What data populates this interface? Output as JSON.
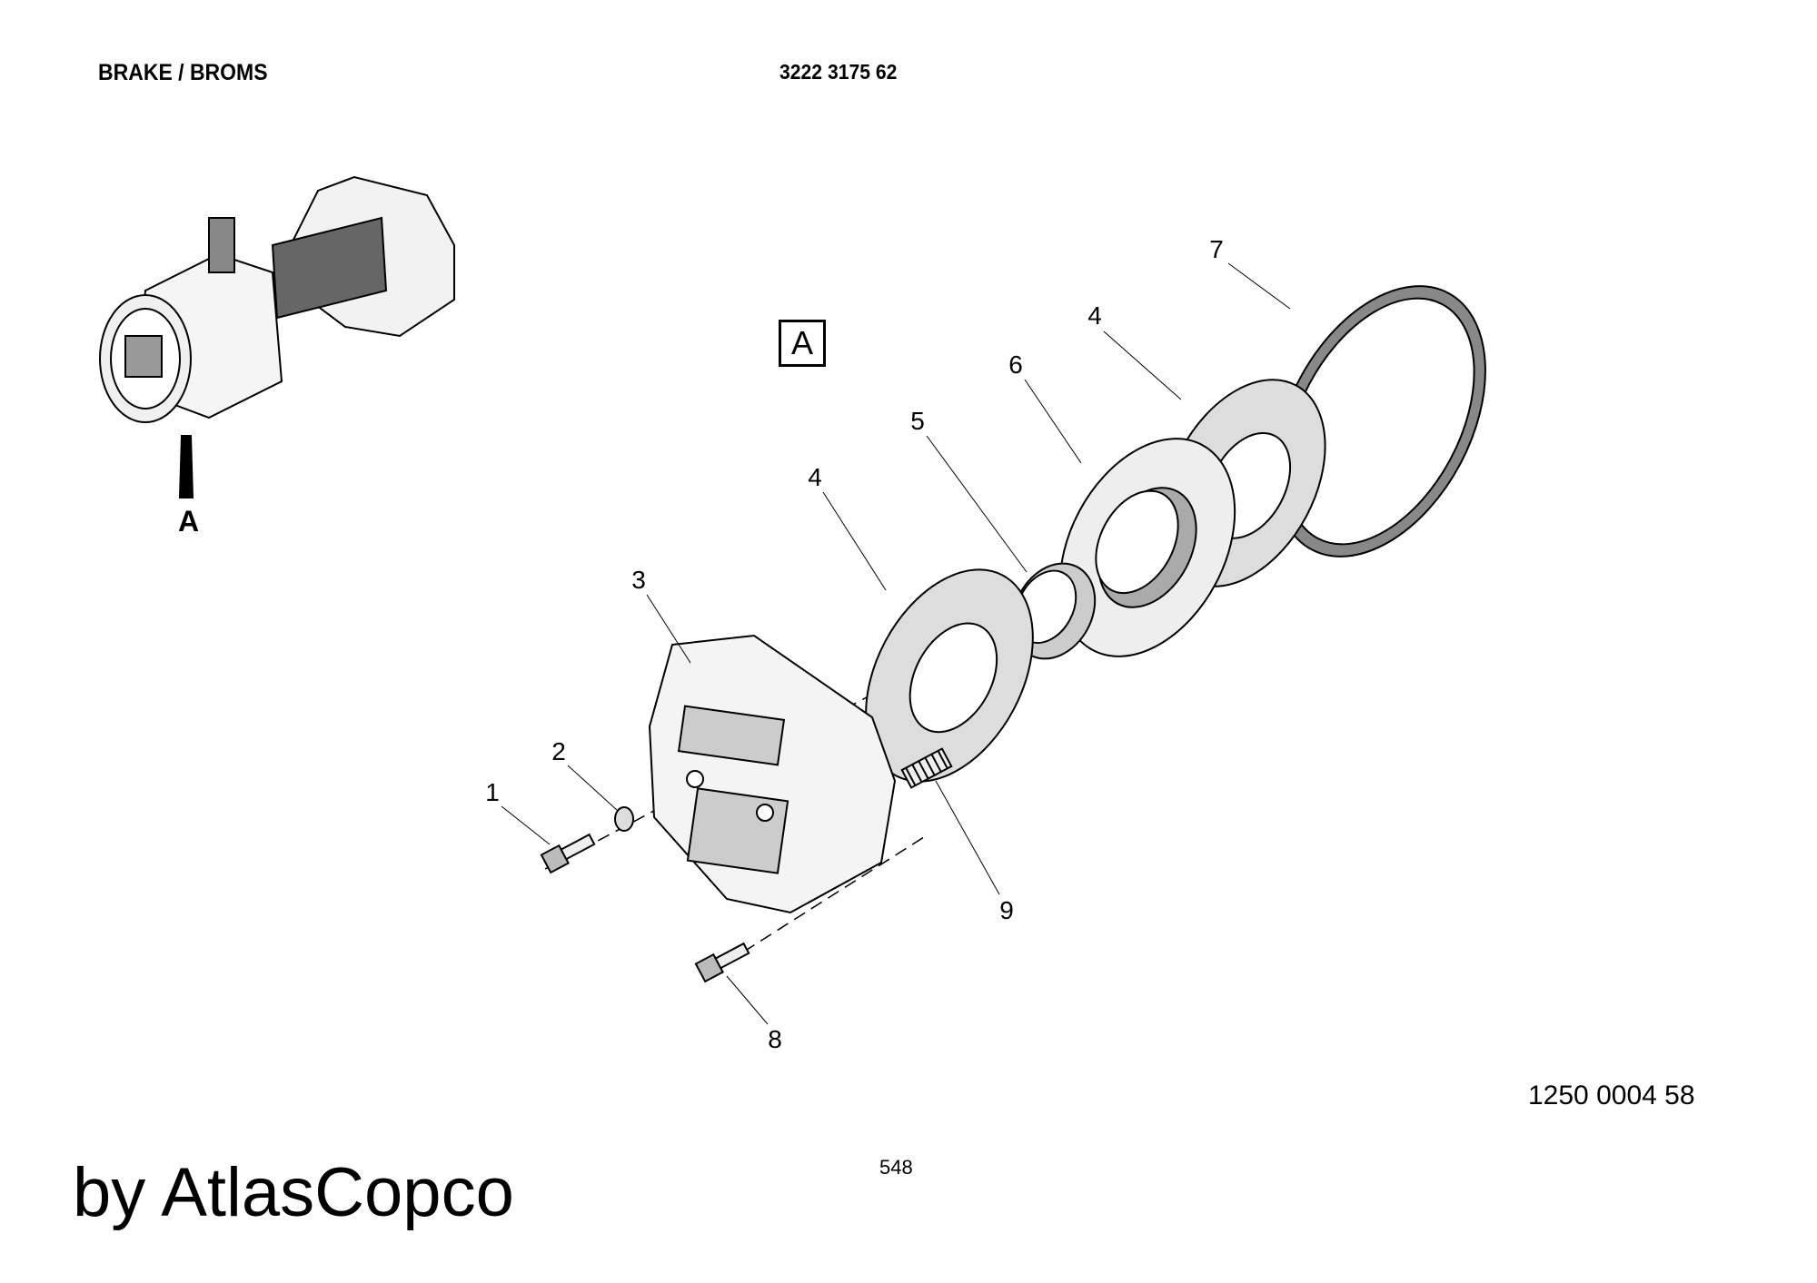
{
  "header": {
    "title": "BRAKE / BROMS",
    "part_number": "3222 3175 62"
  },
  "drawing_number": "1250 0004 58",
  "page_number": "548",
  "brand": "by AtlasCopco",
  "view_label": "A",
  "overview_view_label": "A",
  "callouts": [
    "7",
    "4",
    "6",
    "5",
    "4",
    "3",
    "2",
    "1",
    "9",
    "8"
  ]
}
